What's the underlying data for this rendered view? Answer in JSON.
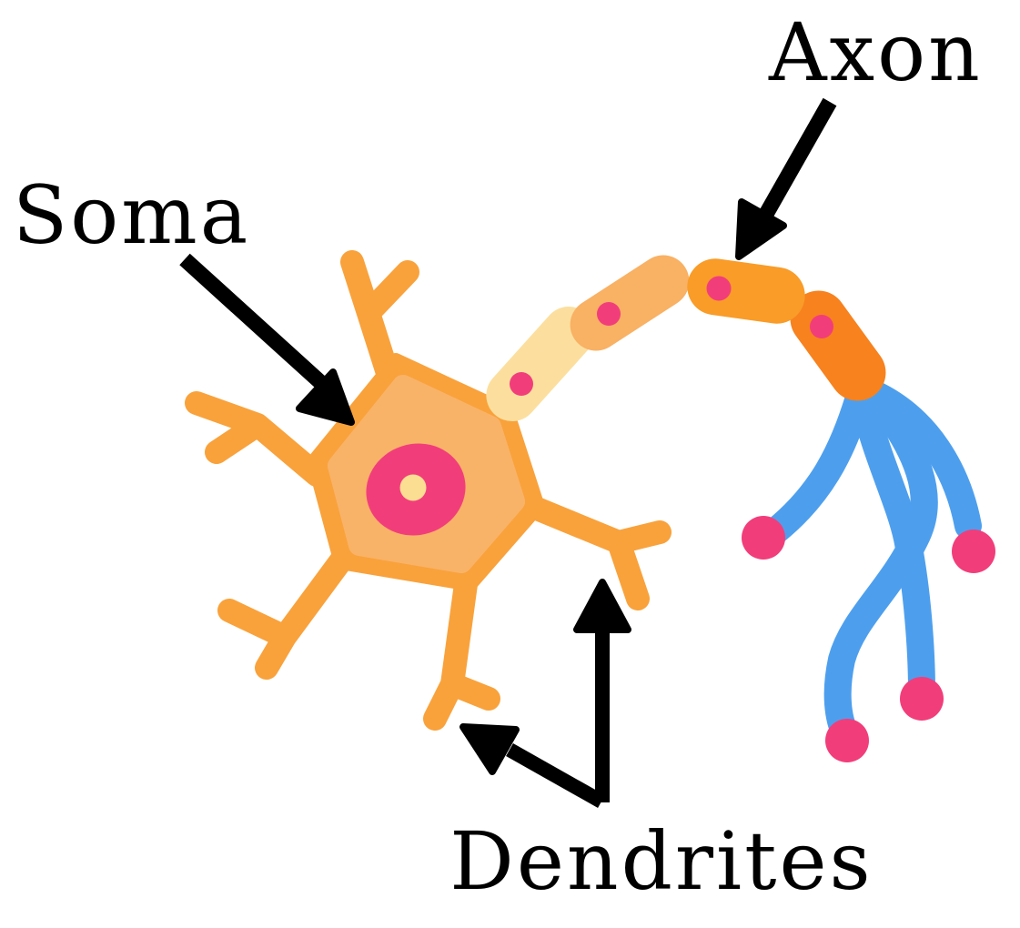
{
  "title": "Neuron anatomy diagram",
  "labels": {
    "soma": "Soma",
    "axon": "Axon",
    "dendrites": "Dendrites"
  },
  "colors": {
    "background": "#FFFFFF",
    "ink": "#000000",
    "orange": "#F9A23B",
    "orangeLight": "#F9B368",
    "segmentPale": "#FCDF9E",
    "segmentLight": "#F9B164",
    "segmentOrange": "#F99C28",
    "segmentDeep": "#F7821E",
    "pink": "#F23D7B",
    "cream": "#FBDE92",
    "blue": "#4D9FEE"
  },
  "structure": {
    "dendrite_branches": 5,
    "axon_segments": 4,
    "axon_segment_dots": 4,
    "terminal_branches": 4,
    "terminal_knobs": 4
  }
}
